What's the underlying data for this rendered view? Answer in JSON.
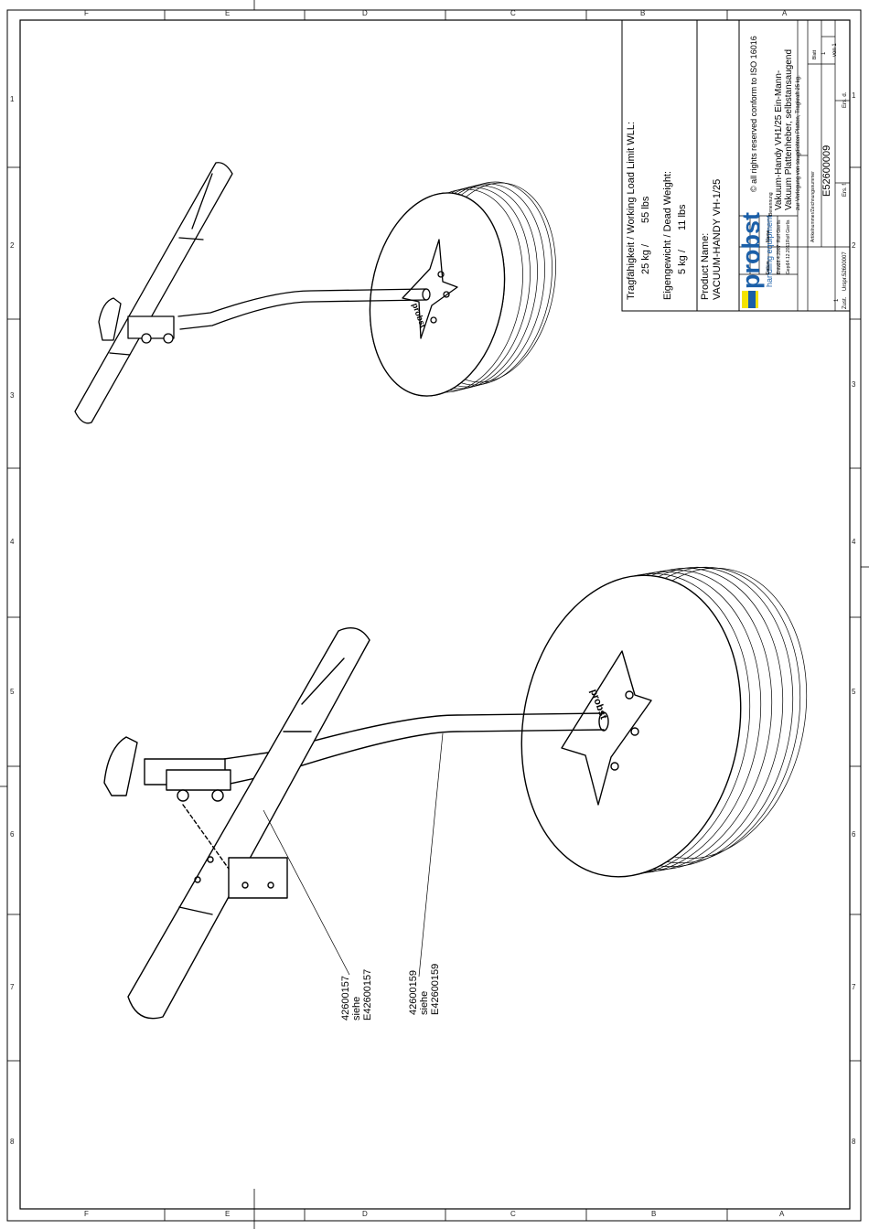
{
  "frame": {
    "top_letters": [
      "F",
      "E",
      "D",
      "C",
      "B",
      "A"
    ],
    "bottom_letters": [
      "F",
      "E",
      "D",
      "C",
      "B",
      "A"
    ],
    "side_numbers": [
      "1",
      "2",
      "3",
      "4",
      "5",
      "6",
      "7",
      "8"
    ]
  },
  "specs": {
    "wll_label": "Tragfähigkeit / Working Load Limit WLL:",
    "wll_kg": "25 kg /",
    "wll_lbs": "55 lbs",
    "dead_label": "Eigengewicht / Dead Weight:",
    "dead_kg": "5 kg /",
    "dead_lbs": "11 lbs",
    "product_label": "Product Name:",
    "product_name": "VACUUM-HANDY VH-1/25"
  },
  "title_block": {
    "logo": "probst",
    "logo_sub": "handling equipment",
    "copyright": "© all rights reserved conform to ISO 16016",
    "designation_label": "Benennung",
    "title_line1": "Vakuum-Handy VH1/25 Ein-Mann-",
    "title_line2": "Vakuum Plattenheber, selbstansaugend",
    "title_line3": "zur Verlegung von saugdichten Platten, Tragkraft 25 kg.",
    "article_label": "Artikelnummer/Zeichnungsnummer",
    "article_number": "E52600009",
    "sheet_label": "Blatt",
    "sheet_value": "1",
    "sheet_of": "von 1",
    "date_header": "Datum",
    "name_header": "Name",
    "row1_label": "Entw.",
    "row1_date": "16.4.2007",
    "row1_name": "Rolf Gierlis",
    "row2_label": "Gepr.",
    "row2_date": "14.12.2011",
    "row2_name": "Rolf Gierlis",
    "zust_label": "Zust.",
    "ursp_label": "Urspr.",
    "ursp_value": "52600007",
    "ers_f_label": "Ers. f.",
    "ers_d_label": "Ers. d.",
    "zust_value": "1"
  },
  "callouts": {
    "c1_number": "42600157",
    "c1_siehe": "siehe",
    "c1_ref": "E42600157",
    "c2_number": "42600159",
    "c2_siehe": "siehe",
    "c2_ref": "E42600159"
  },
  "handle_marks": {
    "disc_small": "probst",
    "disc_large": "probst"
  }
}
